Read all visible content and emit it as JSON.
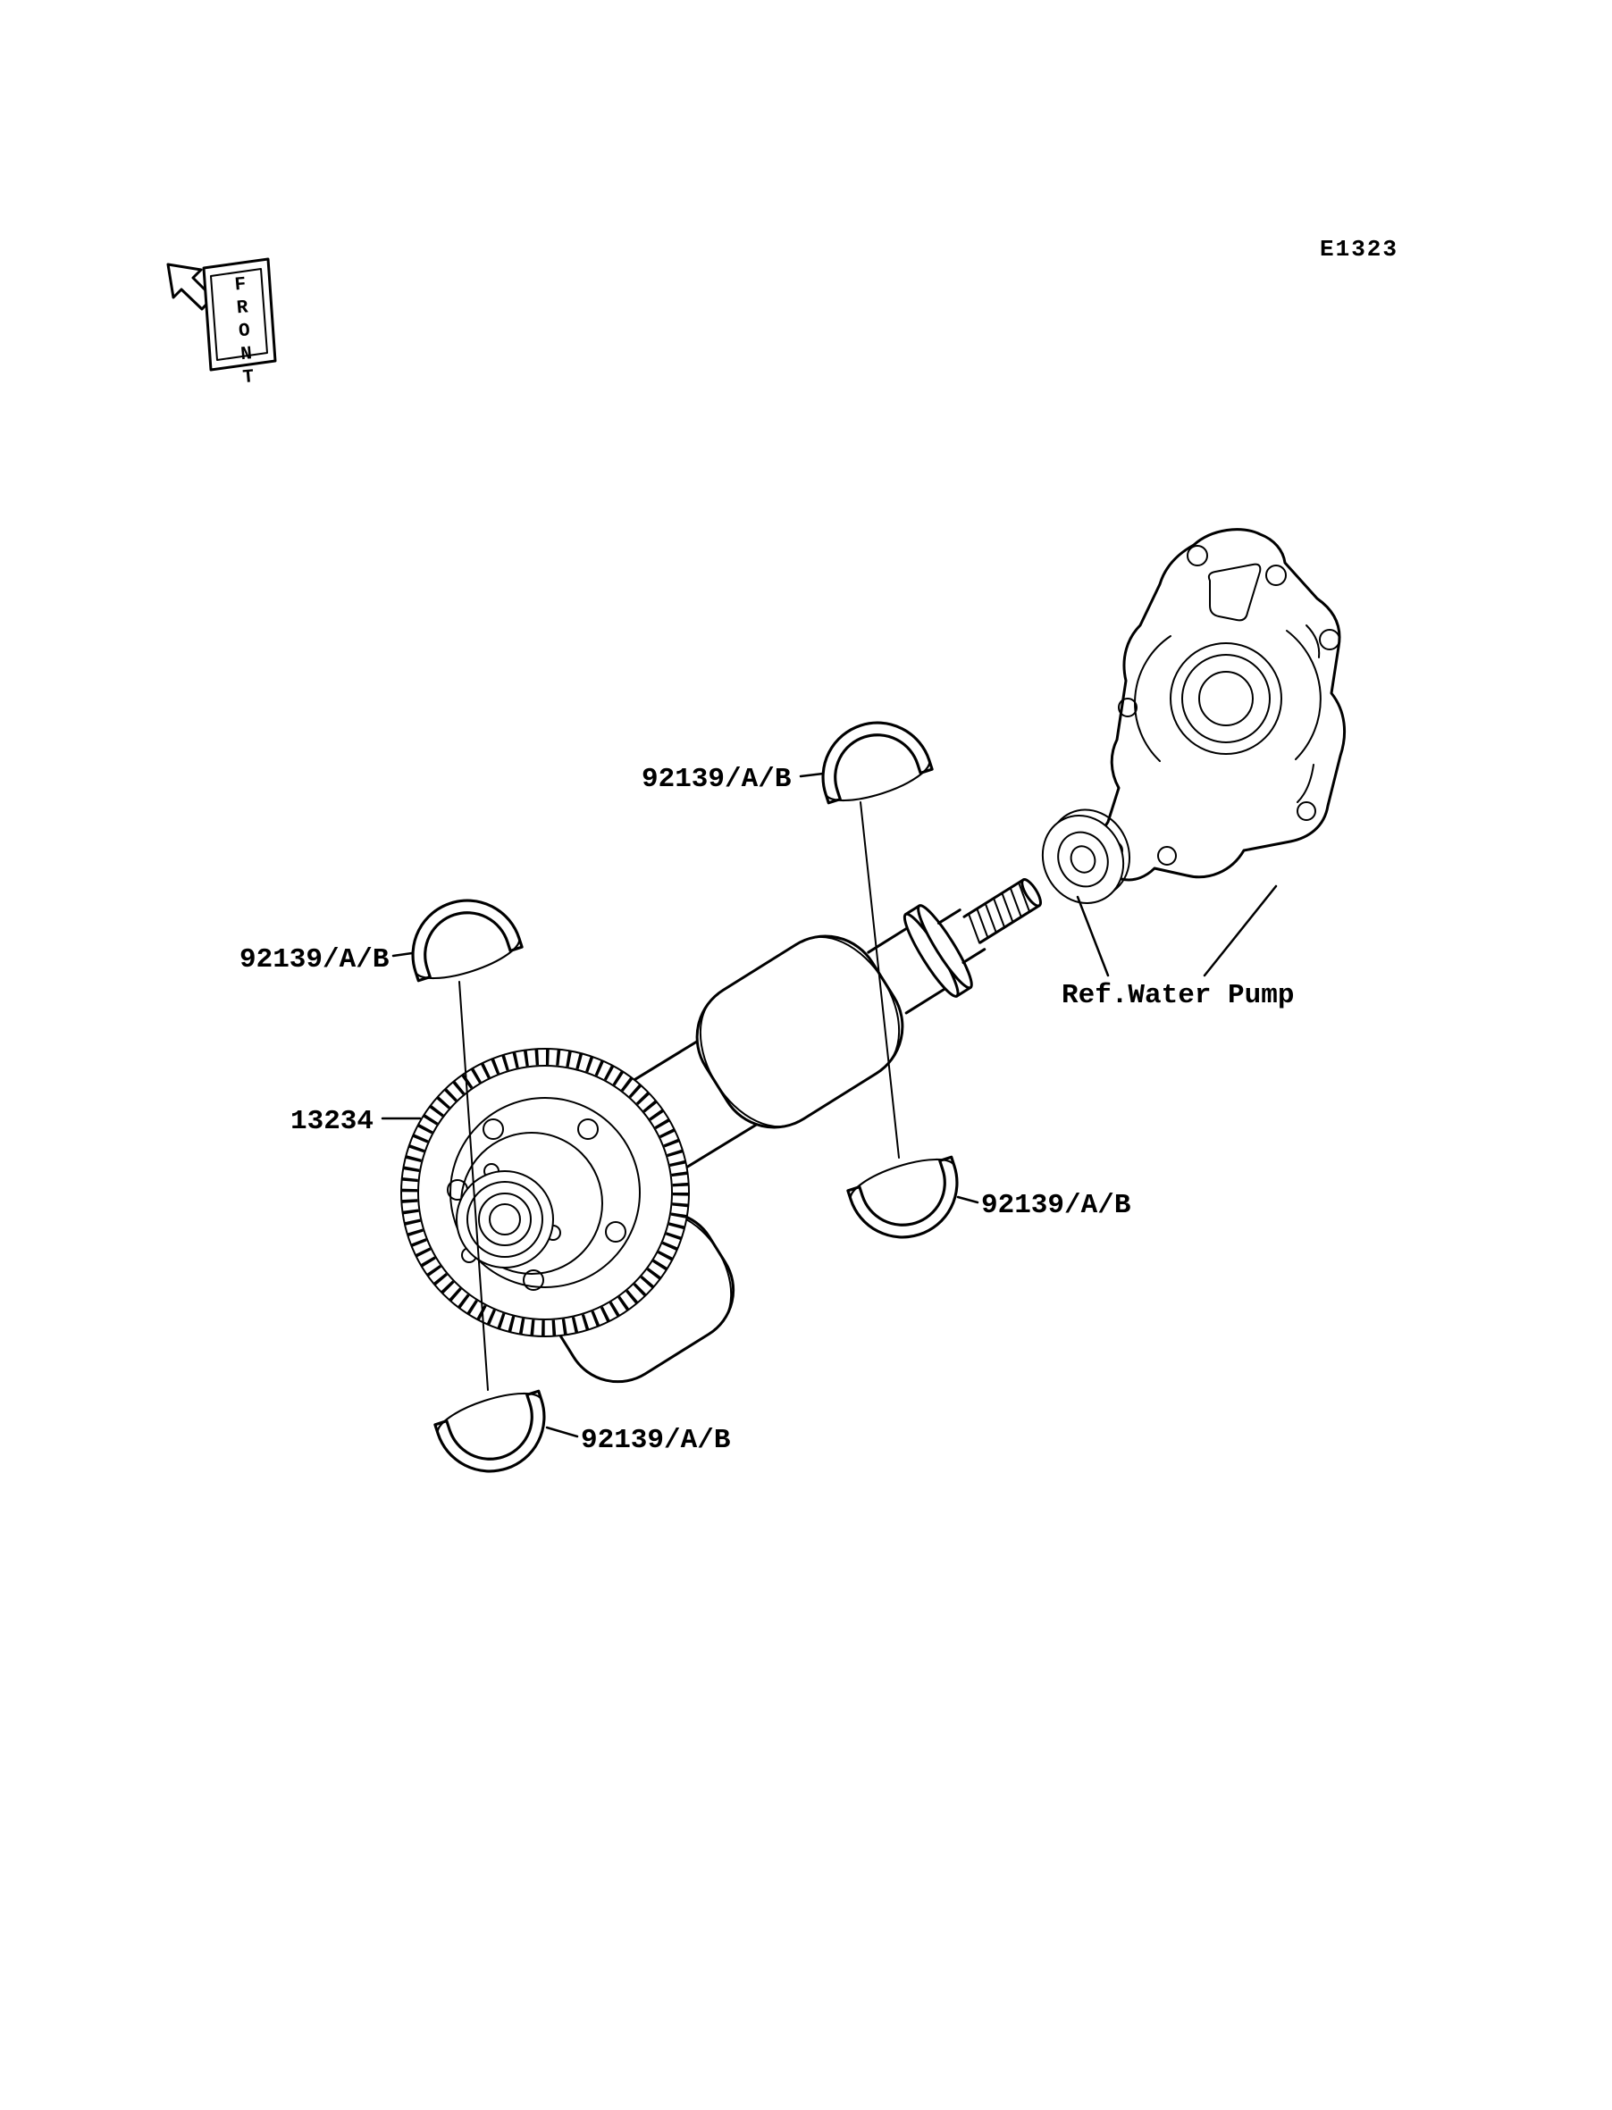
{
  "page": {
    "code": "E1323"
  },
  "front_marker": {
    "label": "FRONT"
  },
  "parts": {
    "bearing_label_top": "92139/A/B",
    "bearing_label_left": "92139/A/B",
    "bearing_label_right": "92139/A/B",
    "bearing_label_bottom": "92139/A/B",
    "gear_label": "13234",
    "water_pump_label": "Ref.Water Pump"
  },
  "colors": {
    "background": "#ffffff",
    "line": "#000000"
  }
}
